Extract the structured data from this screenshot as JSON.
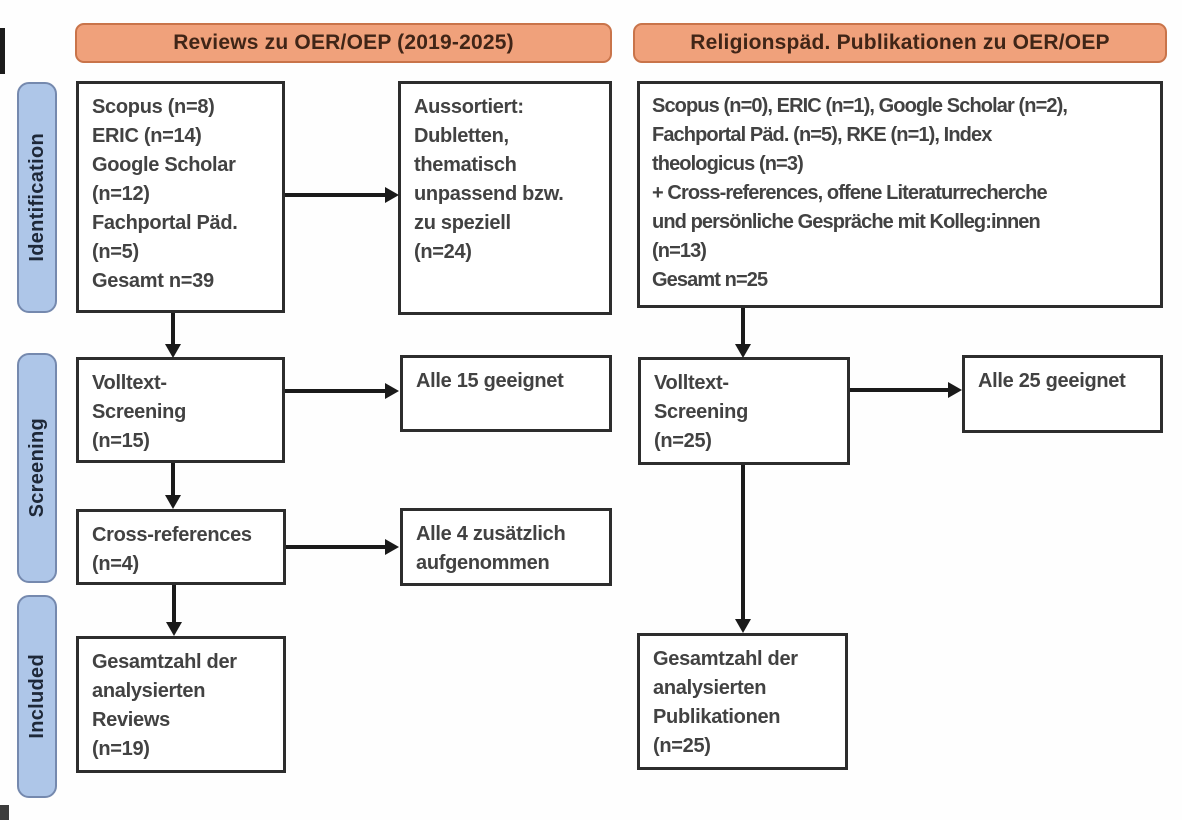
{
  "theme": {
    "colors": {
      "headerFill": "#F0A17B",
      "headerBorder": "#C9744A",
      "headerText": "#402517",
      "stageFill": "#AEC6E8",
      "stageBorder": "#7589AE",
      "stageText": "#1E2838",
      "boxBorder": "#2D2D2D",
      "boxText": "#424242",
      "arrow": "#1A1A1A",
      "bg": "#FEFEFE"
    }
  },
  "headers": {
    "left": "Reviews zu OER/OEP (2019-2025)",
    "right": "Religionspäd. Publikationen zu OER/OEP"
  },
  "stages": {
    "identification": "Identification",
    "screening": "Screening",
    "included": "Included"
  },
  "left_flow": {
    "sources": {
      "lines": [
        "Scopus (n=8)",
        "ERIC (n=14)",
        "Google Scholar",
        "(n=12)",
        "Fachportal Päd.",
        "(n=5)",
        "Gesamt n=39"
      ]
    },
    "excluded": {
      "lines": [
        "Aussortiert:",
        "Dubletten,",
        "thematisch",
        "unpassend bzw.",
        "zu speziell",
        "(n=24)"
      ]
    },
    "fulltext": {
      "lines": [
        "Volltext-",
        "Screening",
        "(n=15)"
      ]
    },
    "eligible": {
      "lines": [
        "Alle 15 geeignet"
      ]
    },
    "crossref": {
      "lines": [
        "Cross-references",
        "(n=4)"
      ]
    },
    "added": {
      "lines": [
        "Alle 4 zusätzlich",
        "aufgenommen"
      ]
    },
    "included": {
      "lines": [
        "Gesamtzahl der",
        "analysierten",
        "Reviews",
        "(n=19)"
      ]
    }
  },
  "right_flow": {
    "sources": {
      "lines": [
        "Scopus (n=0), ERIC (n=1), Google Scholar (n=2),",
        "Fachportal Päd. (n=5), RKE (n=1), Index",
        "theologicus (n=3)",
        "+ Cross-references, offene Literaturrecherche",
        "und persönliche Gespräche mit Kolleg:innen",
        "(n=13)",
        "Gesamt n=25"
      ]
    },
    "fulltext": {
      "lines": [
        "Volltext-",
        "Screening",
        "(n=25)"
      ]
    },
    "eligible": {
      "lines": [
        "Alle 25 geeignet"
      ]
    },
    "included": {
      "lines": [
        "Gesamtzahl der",
        "analysierten",
        "Publikationen",
        "(n=25)"
      ]
    }
  }
}
